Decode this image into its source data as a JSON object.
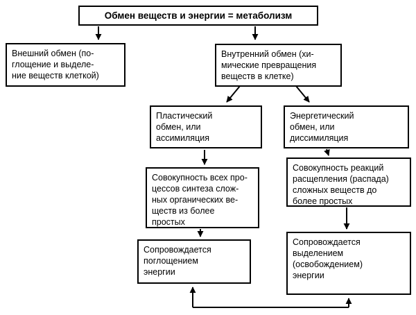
{
  "diagram": {
    "title": "Обмен веществ и энергии = метаболизм",
    "nodes": {
      "external": "Внешний обмен (по-\nглощение и выделе-\nние веществ клеткой)",
      "internal": "Внутренний обмен (хи-\nмические превращения\nвеществ в клетке)",
      "plastic": "Пластический\nобмен, или\nассимиляция",
      "energetic": "Энергетический\nобмен, или\nдиссимиляция",
      "synthesis": "Совокупность всех про-\nцессов синтеза слож-\nных органических ве-\nществ из более\nпростых",
      "breakdown": "Совокупность реакций\nрасщепления (распада)\nсложных веществ до\nболее простых",
      "absorb": "Сопровождается\nпоглощением\nэнергии",
      "release": "Сопровождается\nвыделением\n(освобождением)\nэнергии"
    },
    "colors": {
      "border": "#000000",
      "background": "#ffffff",
      "text": "#000000"
    }
  }
}
